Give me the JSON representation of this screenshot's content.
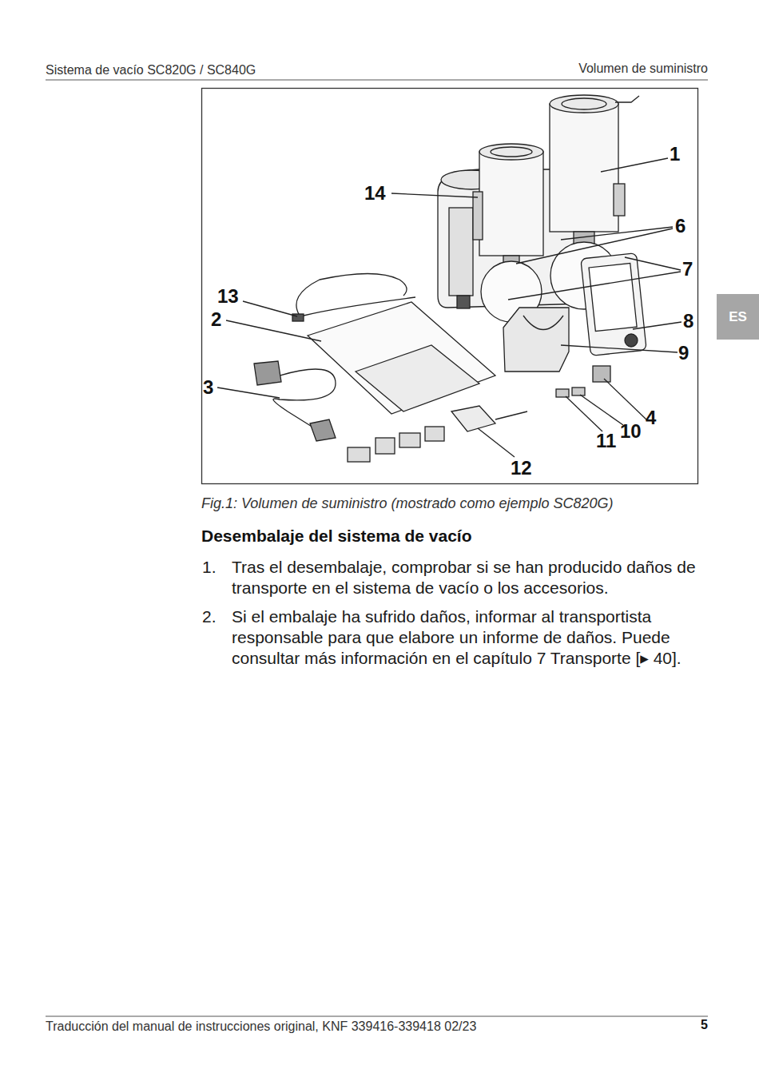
{
  "diagram": {
    "title": "Desembalaje del sistema de vacío",
    "caption": "Fig.1: Volumen de suministro (mostrado como ejemplo SC820G)",
    "nodes": [
      {
        "text": [
          "ES"
        ]
      }
    ],
    "labels": [
      "Sistema de vacío SC820G / SC840G",
      "Volumen de suministro",
      "14",
      "1",
      "6",
      "7",
      "13",
      "2",
      "8",
      "9",
      "3",
      "4",
      "10",
      "11",
      "12",
      "1.",
      "Tras el desembalaje, comprobar si se han producido daños de transporte en el sistema de vacío o los accesorios.",
      "2.",
      "Si el embalaje ha sufrido daños, informar al transportista responsable para que elabore un informe de daños. Puede consultar más información en el capítulo 7 Transporte [▸ 40].",
      "Traducción del manual de instrucciones original, KNF 339416-339418 02/23",
      "5"
    ]
  }
}
